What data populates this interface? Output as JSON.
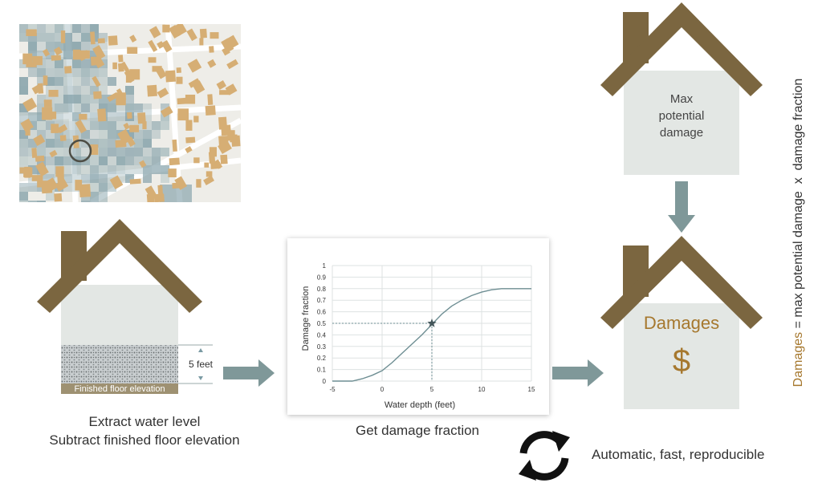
{
  "colors": {
    "roof": "#7b6640",
    "house_body": "#e3e7e4",
    "arrow": "#7f9899",
    "accent_text": "#a6782e",
    "building": "#d6ae74",
    "water": "#7a9aa3"
  },
  "step1": {
    "depth_label": "5 feet",
    "floor_label": "Finished floor elevation",
    "caption_line1": "Extract water level",
    "caption_line2": "Subtract finished floor elevation"
  },
  "step2": {
    "caption": "Get damage fraction"
  },
  "max_house": {
    "line1": "Max",
    "line2": "potential",
    "line3": "damage"
  },
  "damages_house": {
    "title": "Damages",
    "symbol": "$"
  },
  "formula": {
    "lhs": "Damages",
    "rhs": " = max potential damage  x  damage fraction"
  },
  "refresh": {
    "icon": "refresh-icon",
    "caption": "Automatic, fast, reproducible"
  },
  "chart_data": {
    "type": "line",
    "xlabel": "Water depth (feet)",
    "ylabel": "Damage fraction",
    "xlim": [
      -5,
      15
    ],
    "ylim": [
      0,
      1
    ],
    "x_ticks": [
      "-5",
      "0",
      "5",
      "10",
      "15"
    ],
    "y_ticks": [
      "0",
      "0.1",
      "0.2",
      "0.3",
      "0.4",
      "0.5",
      "0.6",
      "0.7",
      "0.8",
      "0.9",
      "1"
    ],
    "grid": true,
    "series": [
      {
        "x": [
          -5,
          -3,
          -2,
          -1,
          0,
          1,
          2,
          3,
          4,
          5,
          6,
          7,
          8,
          9,
          10,
          11,
          12,
          13,
          14,
          15
        ],
        "y": [
          0,
          0,
          0.02,
          0.05,
          0.09,
          0.16,
          0.24,
          0.32,
          0.4,
          0.49,
          0.58,
          0.65,
          0.7,
          0.74,
          0.77,
          0.79,
          0.8,
          0.8,
          0.8,
          0.8
        ]
      }
    ],
    "highlight": {
      "x": 5,
      "y": 0.5,
      "marker": "star"
    }
  }
}
